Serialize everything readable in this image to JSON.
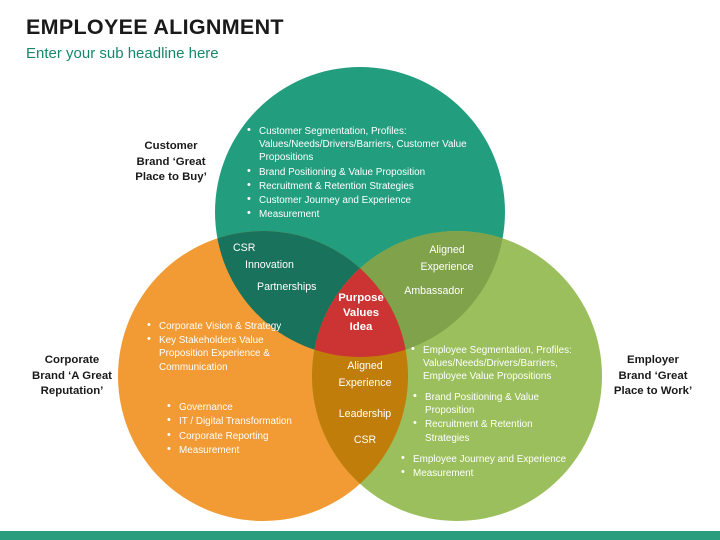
{
  "header": {
    "title": "EMPLOYEE ALIGNMENT",
    "subtitle": "Enter your sub headline here"
  },
  "colors": {
    "teal": "#229E7E",
    "teal_dark": "#19725C",
    "orange": "#F29A33",
    "orange_dark": "#C07D09",
    "green": "#9BBF5C",
    "green_dark": "#7FA24A",
    "red": "#CC3333",
    "accent_bar": "#2A9D7F",
    "title": "#1A1A1A",
    "subtitle": "#16876D"
  },
  "labels": {
    "customer": "Customer\nBrand ‘Great\nPlace to Buy’",
    "customer_lines": [
      "Customer",
      "Brand ‘Great",
      "Place to Buy’"
    ],
    "corporate_lines": [
      "Corporate",
      "Brand ‘A Great",
      "Reputation’"
    ],
    "employer_lines": [
      "Employer",
      "Brand ‘Great",
      "Place to Work’"
    ]
  },
  "circles": {
    "customer": {
      "name": "Customer Brand",
      "color": "#229E7E",
      "bullets": [
        "Customer Segmentation, Profiles: Values/Needs/Drivers/Barriers, Customer Value Propositions",
        "Brand Positioning & Value Proposition",
        "Recruitment & Retention Strategies",
        "Customer Journey and Experience",
        "Measurement"
      ]
    },
    "corporate": {
      "name": "Corporate Brand",
      "color": "#F29A33",
      "bullets_primary": [
        "Corporate Vision & Strategy",
        "Key Stakeholders Value Proposition Experience & Communication"
      ],
      "bullets_secondary": [
        "Governance",
        "IT / Digital Transformation",
        "Corporate Reporting",
        "Measurement"
      ]
    },
    "employer": {
      "name": "Employer Brand",
      "color": "#9BBF5C",
      "bullets_primary": [
        "Employee Segmentation, Profiles: Values/Needs/Drivers/Barriers, Employee Value Propositions"
      ],
      "bullets_secondary": [
        "Brand Positioning & Value Proposition",
        "Recruitment & Retention Strategies"
      ],
      "bullets_tertiary": [
        "Employee Journey and Experience",
        "Measurement"
      ]
    }
  },
  "overlaps": {
    "customer_corporate": {
      "color": "#19725C",
      "items": [
        "CSR",
        "Innovation",
        "Partnerships"
      ]
    },
    "customer_employer": {
      "color": "#7FA24A",
      "items": [
        "Aligned Experience",
        "Ambassador"
      ],
      "line1": "Aligned",
      "line2": "Experience",
      "line3": "Ambassador"
    },
    "corporate_employer": {
      "color": "#C07D09",
      "items": [
        "Aligned Experience",
        "Leadership",
        "CSR"
      ],
      "line1": "Aligned",
      "line2": "Experience",
      "line3": "Leadership",
      "line4": "CSR"
    },
    "center": {
      "color": "#CC3333",
      "items": [
        "Purpose",
        "Values",
        "Idea"
      ],
      "line1": "Purpose",
      "line2": "Values",
      "line3": "Idea"
    }
  }
}
